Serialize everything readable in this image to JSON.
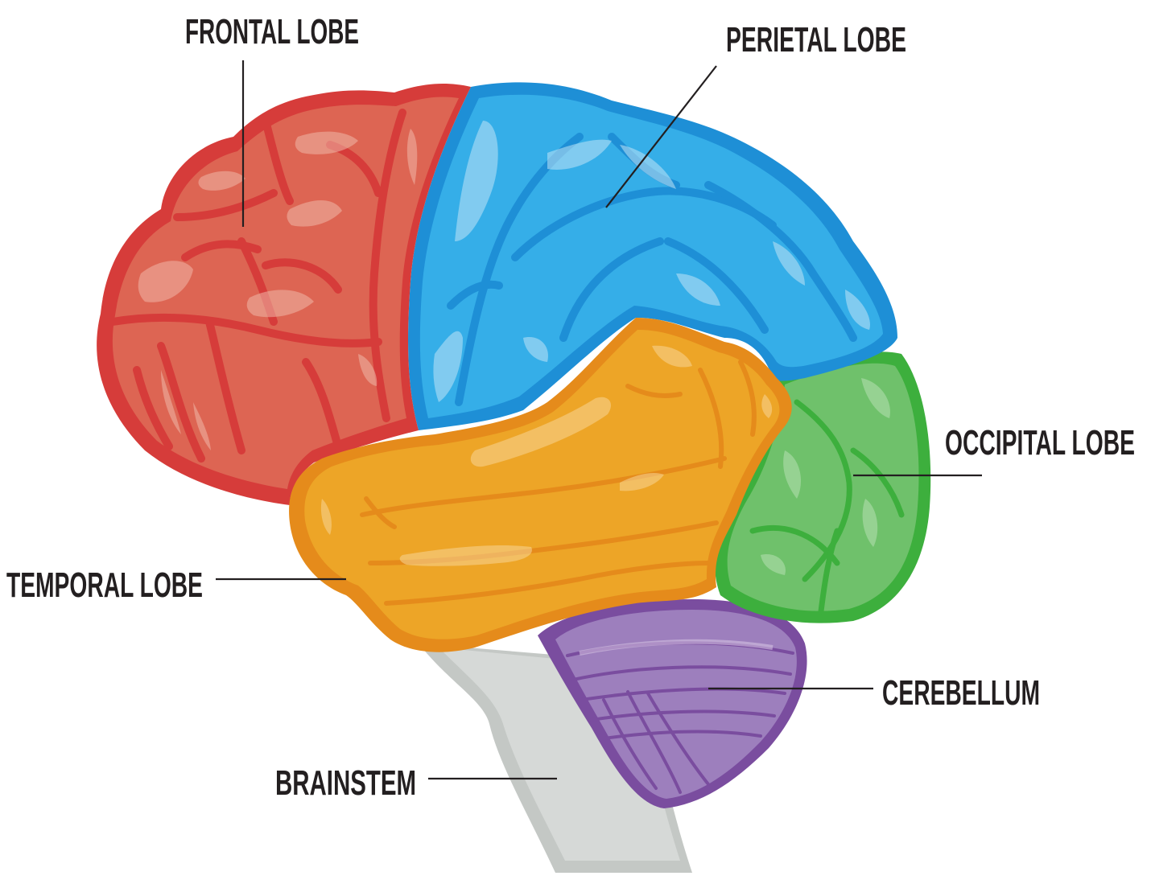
{
  "labels": {
    "frontal": "FRONTAL LOBE",
    "parietal": "PERIETAL LOBE",
    "occipital": "OCCIPITAL LOBE",
    "temporal": "TEMPORAL LOBE",
    "cerebellum": "CEREBELLUM",
    "brainstem": "BRAINSTEM"
  },
  "colors": {
    "frontal": "#d9483f",
    "parietal": "#2a9fdc",
    "occipital": "#4cb84b",
    "temporal": "#eea423",
    "cerebellum": "#8a5fab",
    "brainstem": "#cdd0ce",
    "label_text": "#231f20"
  }
}
